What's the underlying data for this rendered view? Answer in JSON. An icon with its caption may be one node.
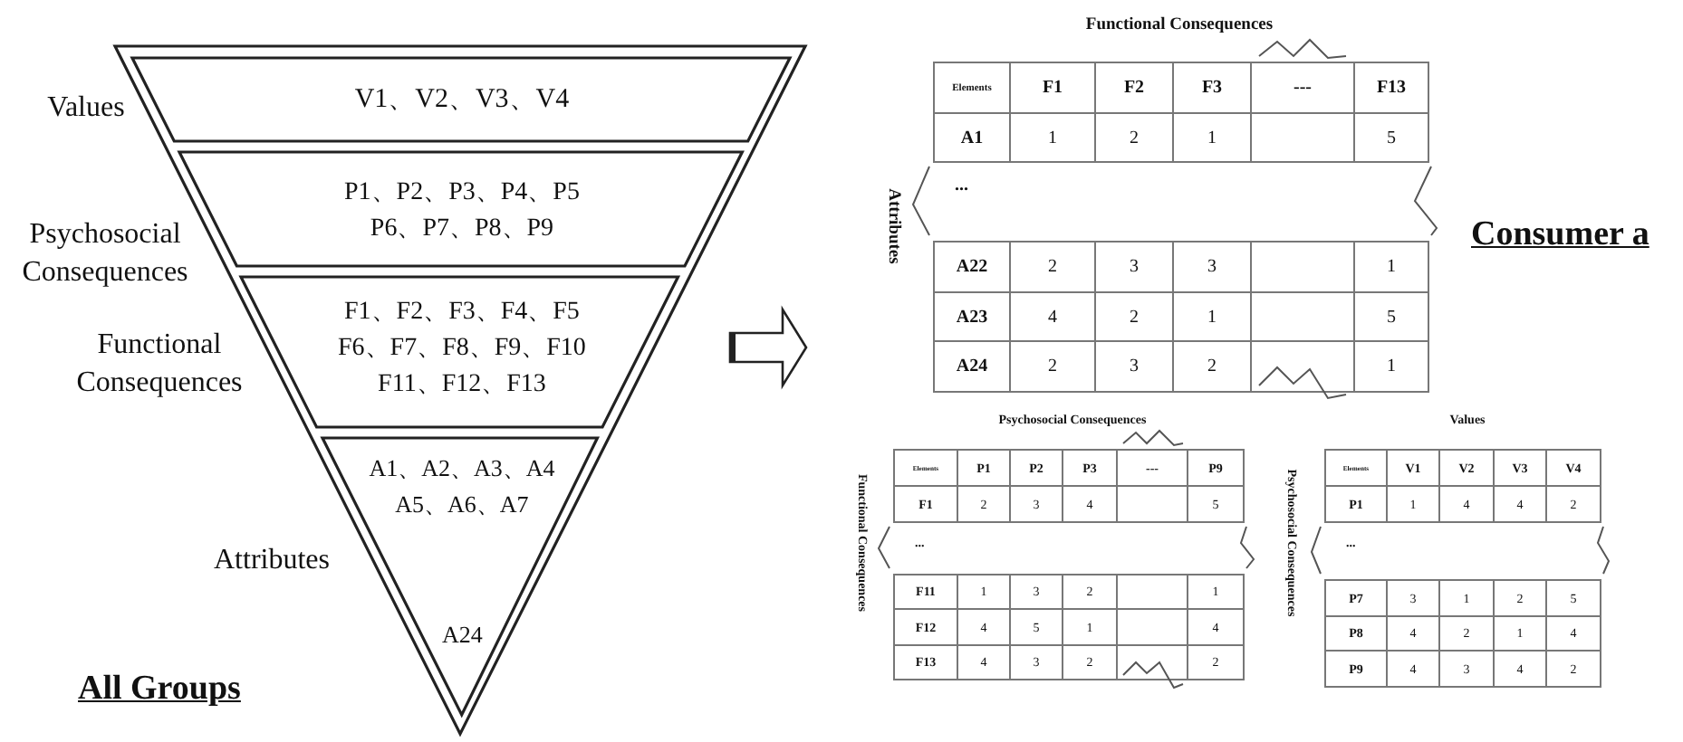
{
  "diagram": {
    "nodes": [
      {
        "text": [],
        "shape": "triangle"
      },
      {
        "text": [
          "V1、V2、V3、V4"
        ],
        "in": 0,
        "beside": [
          "Values"
        ]
      },
      {
        "text": [
          "P1、P2、P3、P4、P5 P6、P7、P8、P9"
        ],
        "in": 0,
        "beside": [
          "Psychosocial Consequences"
        ]
      },
      {
        "text": [
          "F1、F2、F3、F4、F5 F6、F7、F8、F9、F10 F11、F12、F13"
        ],
        "in": 0,
        "beside": [
          "Functional Consequences"
        ]
      },
      {
        "text": [
          "A1、A2、A3、A4 A5、A6、A7",
          "A24"
        ],
        "in": 0,
        "beside": [
          "Attributes"
        ]
      }
    ],
    "labels": [
      "Functional Consequences",
      "Attributes",
      "Elements",
      "F1",
      "F2",
      "F3",
      "---",
      "F13",
      "A1",
      "1",
      "2",
      "1",
      "5",
      "...",
      "A22",
      "2",
      "3",
      "3",
      "1",
      "A23",
      "4",
      "2",
      "1",
      "5",
      "A24",
      "2",
      "3",
      "2",
      "1",
      "Consumer a",
      "Psychosocial Consequences",
      "Functional Consequences",
      "Elements",
      "P1",
      "P2",
      "P3",
      "---",
      "P9",
      "F1",
      "2",
      "3",
      "4",
      "5",
      "...",
      "F11",
      "1",
      "3",
      "2",
      "1",
      "F12",
      "4",
      "5",
      "1",
      "4",
      "F13",
      "4",
      "3",
      "2",
      "2",
      "Values",
      "Psychosocial Consequences",
      "Elements",
      "V1",
      "V2",
      "V3",
      "V4",
      "P1",
      "1",
      "4",
      "4",
      "2",
      "...",
      "P7",
      "3",
      "1",
      "2",
      "5",
      "P8",
      "4",
      "2",
      "1",
      "4",
      "P9",
      "4",
      "3",
      "4",
      "2",
      "All Groups"
    ]
  }
}
